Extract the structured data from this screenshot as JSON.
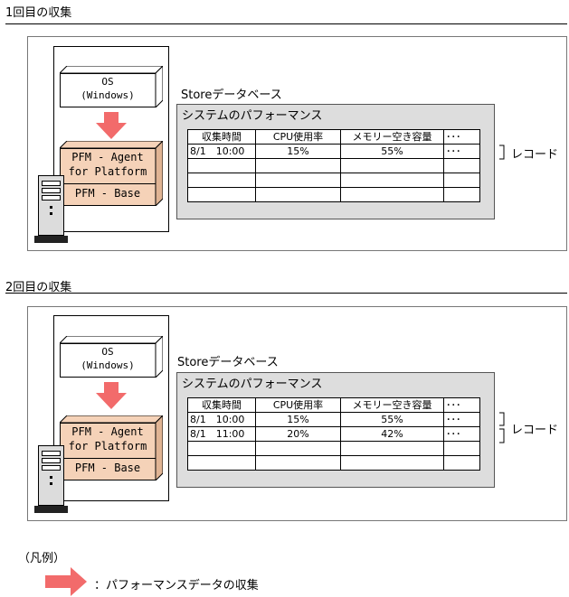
{
  "section1": {
    "title": "1回目の収集",
    "os_line1": "OS",
    "os_line2": "(Windows)",
    "agent_line1": "PFM - Agent",
    "agent_line2": "for Platform",
    "base": "PFM - Base",
    "store_label": "Storeデータベース",
    "record_title": "システムのパフォーマンス",
    "headers": [
      "収集時間",
      "CPU使用率",
      "メモリー空き容量",
      "･･･"
    ],
    "rows": [
      [
        "8/1　10:00",
        "15%",
        "55%",
        "･･･"
      ],
      [
        "",
        "",
        "",
        ""
      ],
      [
        "",
        "",
        "",
        ""
      ],
      [
        "",
        "",
        "",
        ""
      ]
    ],
    "record_label": "レコード"
  },
  "section2": {
    "title": "2回目の収集",
    "os_line1": "OS",
    "os_line2": "(Windows)",
    "agent_line1": "PFM - Agent",
    "agent_line2": "for Platform",
    "base": "PFM - Base",
    "store_label": "Storeデータベース",
    "record_title": "システムのパフォーマンス",
    "headers": [
      "収集時間",
      "CPU使用率",
      "メモリー空き容量",
      "･･･"
    ],
    "rows": [
      [
        "8/1　10:00",
        "15%",
        "55%",
        "･･･"
      ],
      [
        "8/1　11:00",
        "20%",
        "42%",
        "･･･"
      ],
      [
        "",
        "",
        "",
        ""
      ],
      [
        "",
        "",
        "",
        ""
      ]
    ],
    "record_label": "レコード"
  },
  "legend": {
    "title": "（凡例）",
    "arrow_label": "：パフォーマンスデータの収集"
  },
  "colors": {
    "arrow": "#f26b6b",
    "pfm_fill": "#f5d2b8",
    "pfm_side": "#e0b494",
    "panel_gray": "#dddddd"
  }
}
